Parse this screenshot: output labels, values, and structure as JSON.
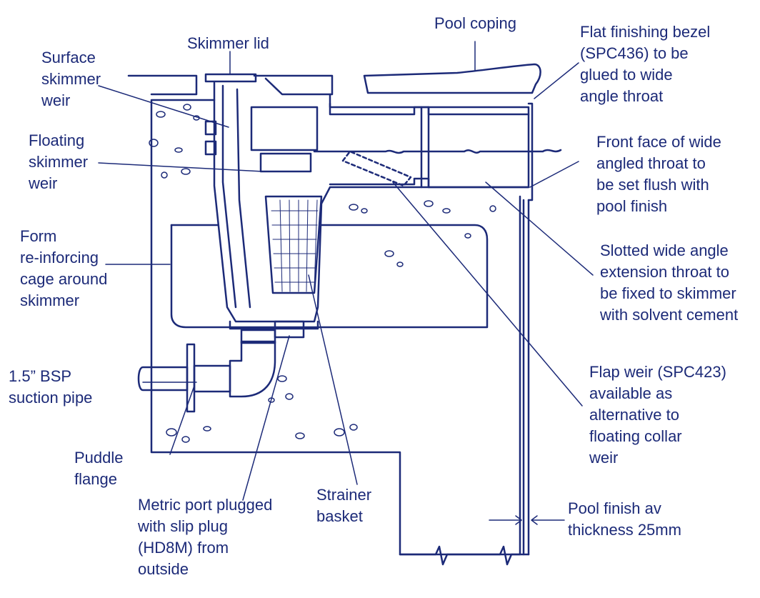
{
  "colors": {
    "ink": "#1c2a78",
    "paper": "#ffffff"
  },
  "labels": {
    "skimmer_lid": "Skimmer lid",
    "pool_coping": "Pool coping",
    "flat_finishing_bezel": "Flat finishing bezel\n(SPC436) to be\nglued to wide\nangle throat",
    "surface_skimmer_weir": "Surface\nskimmer\nweir",
    "floating_skimmer_weir": "Floating\nskimmer\nweir",
    "front_face": "Front face of wide\nangled throat to\nbe set flush with\npool finish",
    "form_cage": "Form\nre-inforcing\ncage around\nskimmer",
    "slotted_throat": "Slotted wide angle\nextension throat to\nbe fixed to skimmer\nwith solvent cement",
    "suction_pipe": "1.5” BSP\nsuction pipe",
    "flap_weir": "Flap weir (SPC423)\navailable as\nalternative to\nfloating collar\nweir",
    "puddle_flange": "Puddle\nflange",
    "metric_port": "Metric port plugged\nwith slip plug\n(HD8M) from\noutside",
    "strainer_basket": "Strainer\nbasket",
    "pool_finish": "Pool finish av\nthickness 25mm"
  }
}
